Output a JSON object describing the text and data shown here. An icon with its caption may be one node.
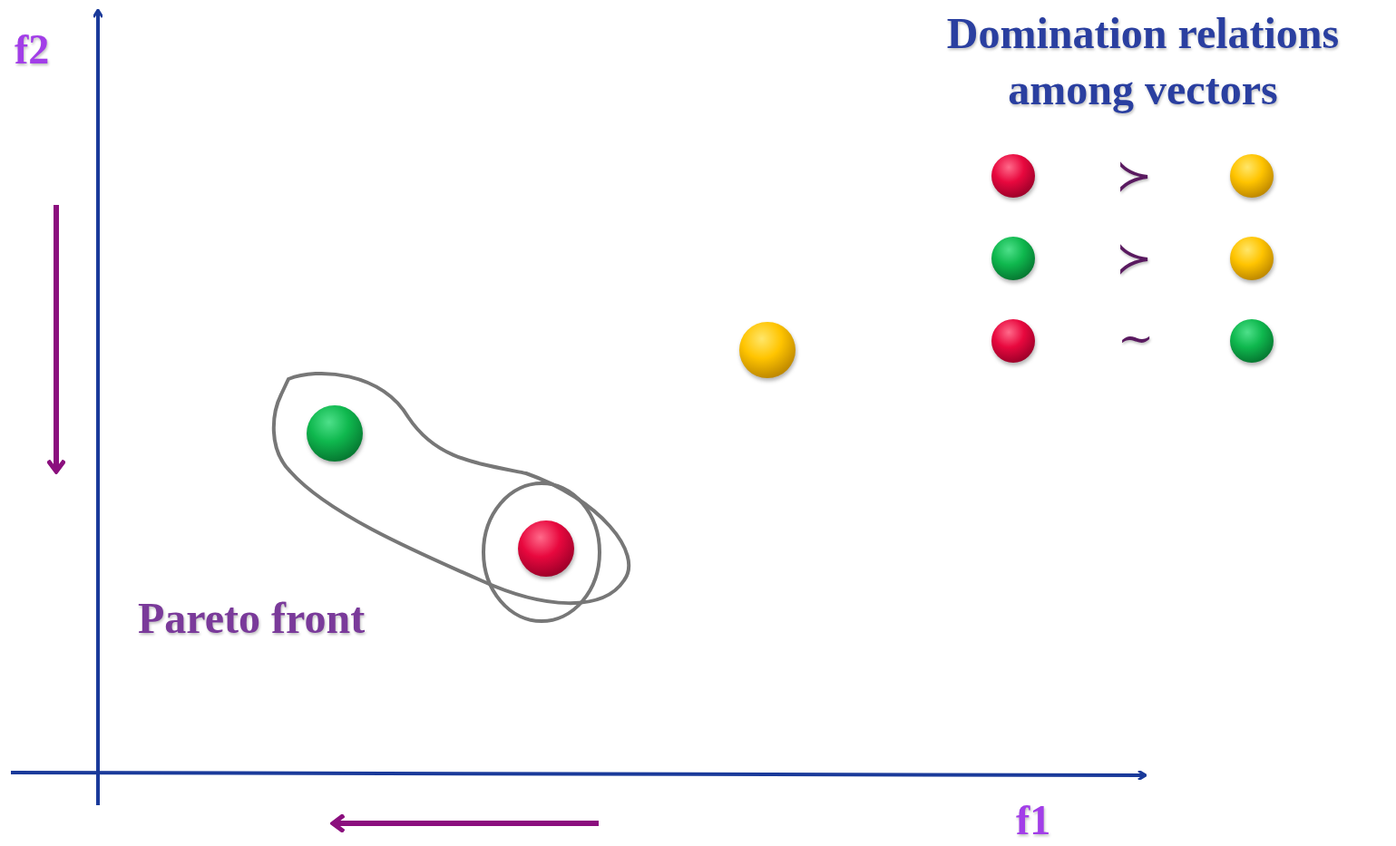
{
  "diagram": {
    "title": "Domination relations among vectors",
    "labels": [
      "f2",
      "Pareto front",
      "f1",
      "≻",
      "≻",
      "~"
    ]
  }
}
